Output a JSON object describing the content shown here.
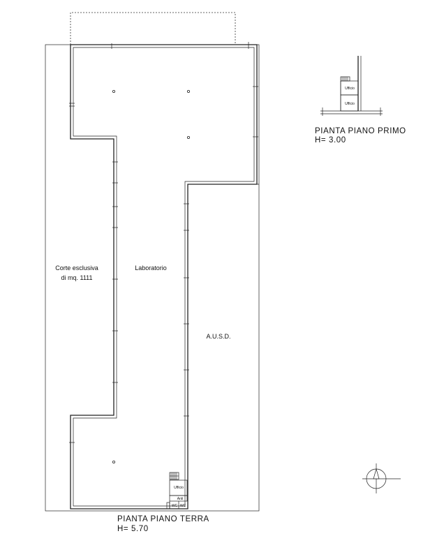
{
  "ground_floor": {
    "title": "PIANTA PIANO TERRA",
    "height": "H= 5.70",
    "rooms": {
      "courtyard_line1": "Corte esclusiva",
      "courtyard_line2": "di mq. 1111",
      "lab": "Laboratorio",
      "ausd": "A.U.S.D.",
      "office": "Ufficio",
      "antibagno": "Anti",
      "wc1": "WC",
      "wc2": "WC"
    }
  },
  "first_floor": {
    "title": "PIANTA PIANO PRIMO",
    "height": "H= 3.00",
    "rooms": {
      "office1": "Ufficio",
      "office2": "Ufficio"
    }
  }
}
